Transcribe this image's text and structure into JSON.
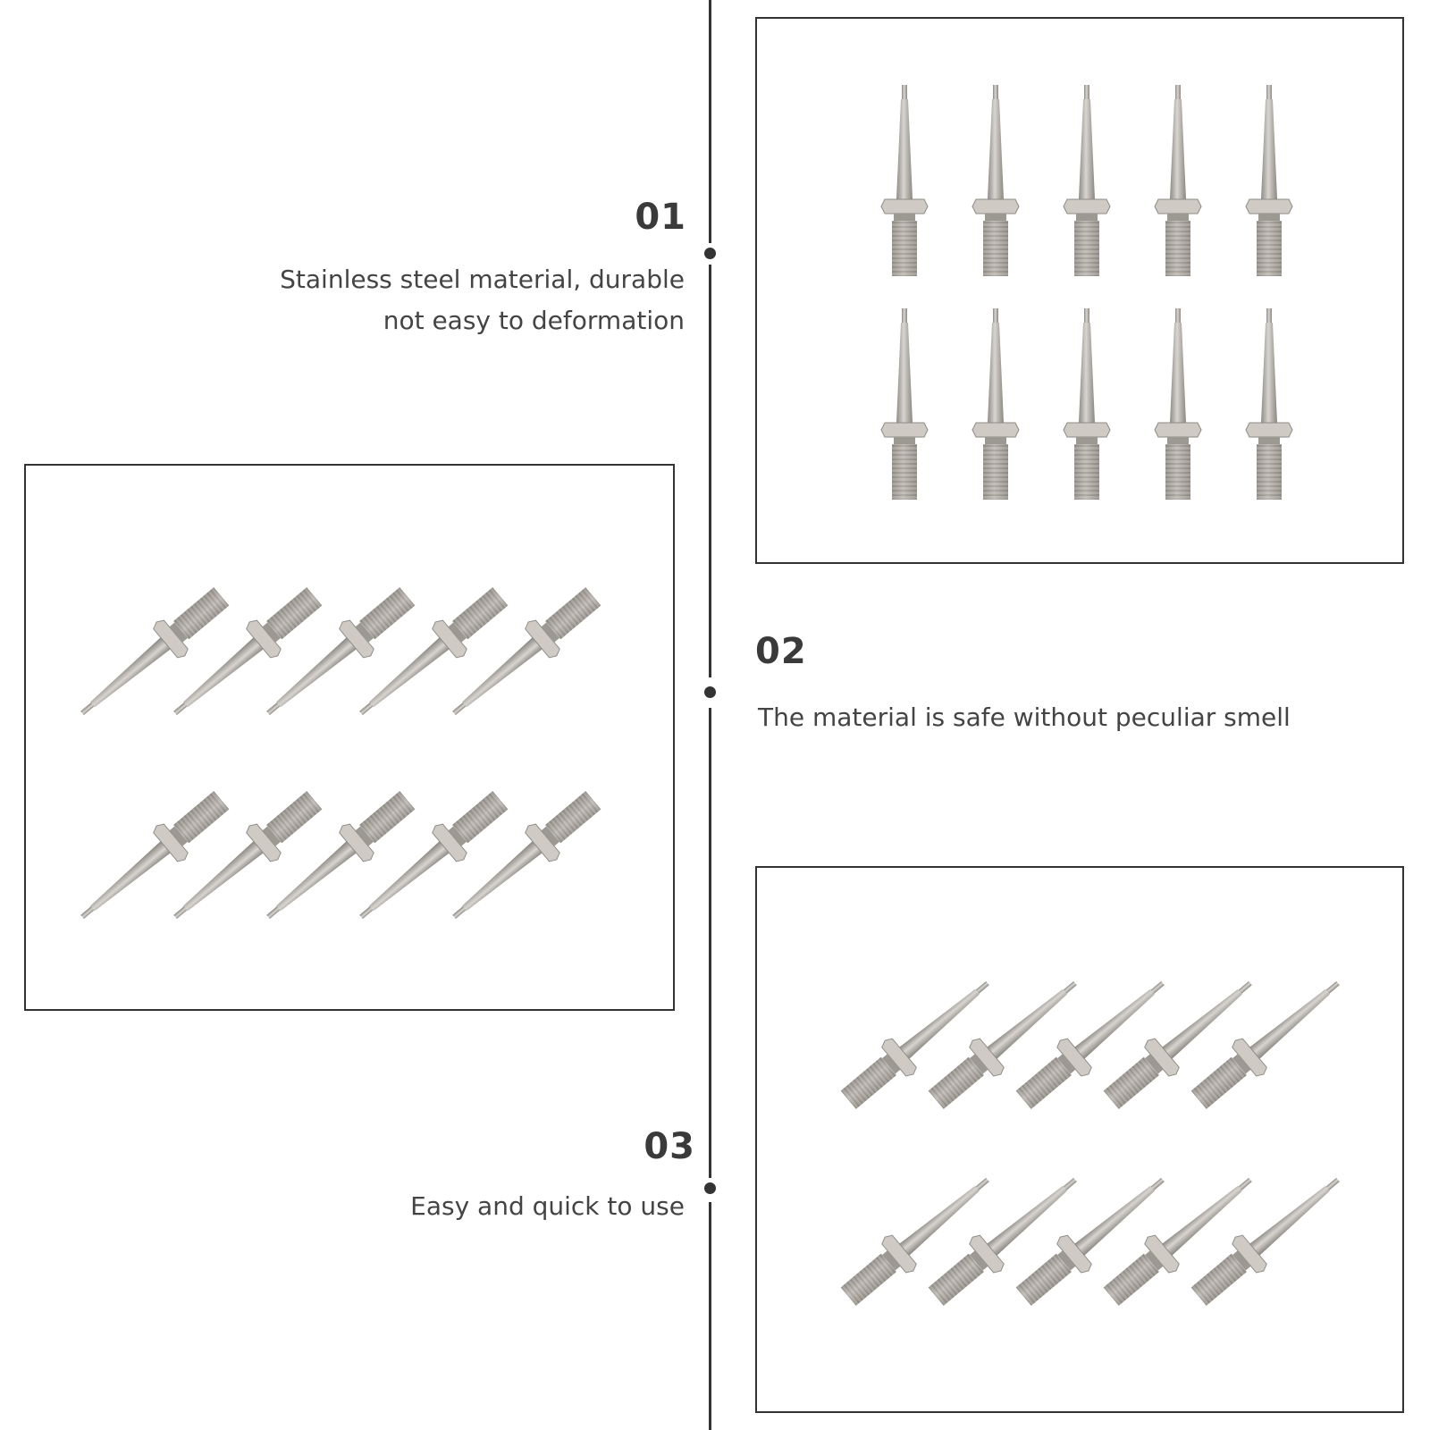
{
  "features": [
    {
      "number": "01",
      "lines": [
        "Stainless steel material, durable",
        "not easy to deformation"
      ]
    },
    {
      "number": "02",
      "lines": [
        "The material is safe without peculiar smell"
      ]
    },
    {
      "number": "03",
      "lines": [
        "Easy and quick to use"
      ]
    }
  ],
  "images": [
    {
      "name": "pins-upright",
      "description": "10 watch hand pins, upright, 2 rows of 5"
    },
    {
      "name": "pins-diagonal-down",
      "description": "10 watch hand pins, tip pointing down-left, 2 rows of 5"
    },
    {
      "name": "pins-diagonal-up",
      "description": "10 watch hand pins, tip pointing up-right, 2 rows of 5"
    }
  ],
  "colors": {
    "line": "#333333",
    "text": "#444444",
    "metal": "#b9b4ae"
  }
}
